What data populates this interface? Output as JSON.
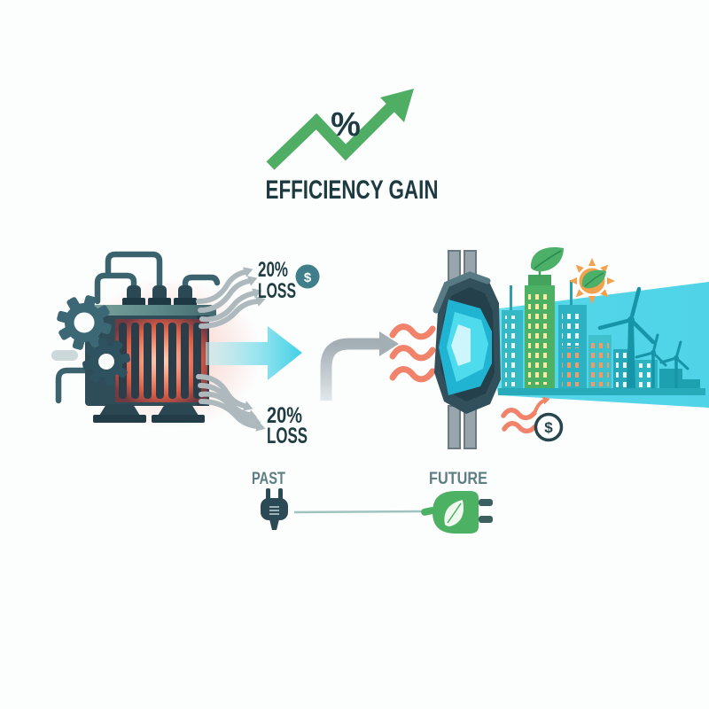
{
  "header": {
    "percent_symbol": "%",
    "title": "EFFICIENCY GAIN"
  },
  "past_transformer": {
    "loss_top_value": "20%",
    "loss_top_label": "LOSS",
    "loss_bottom_value": "20%",
    "loss_bottom_label": "LOSS",
    "cost_coin_symbol": "$"
  },
  "future_transformer": {
    "savings_coin_symbol": "$"
  },
  "timeline": {
    "past_label": "PAST",
    "future_label": "FUTURE"
  },
  "icons": [
    "trend-up-arrow-icon",
    "percent-symbol",
    "gear-icon",
    "old-transformer-icon",
    "heat-loss-wave-icon",
    "dollar-coin-icon",
    "energy-flow-arrow-icon",
    "transition-arrow-icon",
    "heat-wave-icon",
    "future-transformer-icon",
    "crystal-lens-icon",
    "energy-beam",
    "city-skyline",
    "leaf-icon",
    "eco-sun-icon",
    "wind-turbine-icon",
    "power-plug-icon",
    "eco-plug-icon"
  ],
  "colors": {
    "accent_green": "#4fae63",
    "accent_cyan": "#4ed5e8",
    "heading_teal": "#1e3c42",
    "label_gray_teal": "#5e7e84",
    "heat_coral": "#f2836b",
    "device_slate": "#31505b"
  }
}
